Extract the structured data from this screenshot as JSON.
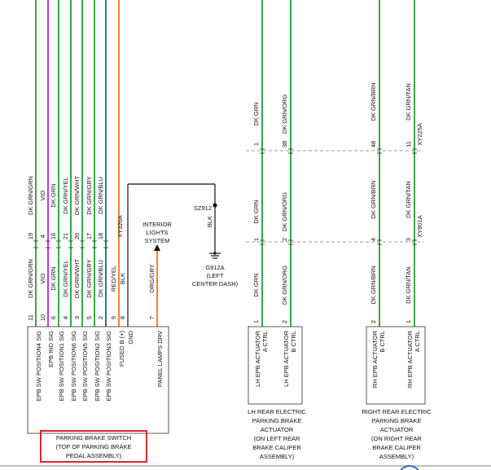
{
  "colors": {
    "green": "#3aa845",
    "magenta": "#c23cc8",
    "orange": "#e8873a",
    "teal": "#2a7d7a",
    "black": "#111111",
    "gray": "#555555",
    "dashed": "#9a9a9a",
    "highlight": "#d9272e"
  },
  "switch_wires": [
    {
      "top_pin": "19",
      "top_color": "DK GRN/GRN",
      "bot_color": "DK GRN/GRN",
      "bot_pin": "11",
      "circuit": "EPB SW POSITION4 SIG",
      "wire": "green"
    },
    {
      "top_pin": "4",
      "top_color": "VIO",
      "bot_color": "VIO",
      "bot_pin": "10",
      "circuit": "EPB IND SIG",
      "wire": "magenta"
    },
    {
      "top_pin": "16",
      "top_color": "DK GRN",
      "bot_color": "DK GRN",
      "bot_pin": "6",
      "circuit": "EPB SW POSITION1 SIG",
      "wire": "green"
    },
    {
      "top_pin": "21",
      "top_color": "DK GRN/YEL",
      "bot_color": "DK GRN/YEL",
      "bot_pin": "4",
      "circuit": "EPB SW POSITION6 SIG",
      "wire": "green"
    },
    {
      "top_pin": "20",
      "top_color": "DK GRN/WHT",
      "bot_color": "DK GRN/WHT",
      "bot_pin": "3",
      "circuit": "EPB SW POSITION5 SIG",
      "wire": "green"
    },
    {
      "top_pin": "17",
      "top_color": "DK GRN/GRY",
      "bot_color": "DK GRN/GRY",
      "bot_pin": "5",
      "circuit": "EPB SW POSITION2 SIG",
      "wire": "green"
    },
    {
      "top_pin": "18",
      "top_color": "DK GRN/BLU",
      "bot_color": "DK GRN/BLU",
      "bot_pin": "2",
      "circuit": "EPB SW POSITION3 SIG",
      "wire": "teal"
    },
    {
      "top_pin": "",
      "top_color": "",
      "bot_color": "RED/YEL",
      "bot_pin": "9",
      "circuit": "FUSED B (+)",
      "wire": "orange"
    },
    {
      "top_pin": "",
      "top_color": "",
      "bot_color": "BLK",
      "bot_pin": "8",
      "circuit": "GND",
      "wire": "black"
    },
    {
      "top_pin": "",
      "top_color": "",
      "bot_color": "ORG/GRY",
      "bot_pin": "7",
      "circuit": "PANEL LAMPS DRV",
      "wire": "orange"
    }
  ],
  "connector_xy320a": "XY320A",
  "interior_lights": [
    "INTERIOR",
    "LIGHTS",
    "SYSTEM"
  ],
  "splice": {
    "id": "SZ912",
    "color": "BLK"
  },
  "ground": {
    "id": "G912A",
    "lines": [
      "(LEFT",
      "CENTER DASH)"
    ]
  },
  "switch_name_lines": [
    "PARKING BRAKE SWITCH",
    "(TOP OF PARKING BRAKE",
    "PEDAL ASSEMBLY)"
  ],
  "lh_wires": [
    {
      "top_color": "DK GRN",
      "top_pin": "1",
      "mid_color": "DK GRN",
      "mid_pin": "1",
      "bot_color": "DK GRN",
      "bot_pin": "1",
      "circuit": "LH EPB ACTUATOR A CTRL"
    },
    {
      "top_color": "DK GRN/ORG",
      "top_pin": "38",
      "mid_color": "DK GRN/ORG",
      "mid_pin": "2",
      "bot_color": "DK GRN/ORG",
      "bot_pin": "2",
      "circuit": "LH EPB ACTUATOR B CTRL"
    }
  ],
  "rh_wires": [
    {
      "top_color": "DK GRN/BRN",
      "top_pin": "48",
      "mid_color": "DK GRN/BRN",
      "mid_pin": "4",
      "bot_color": "DK GRN/BRN",
      "bot_pin": "2",
      "circuit": "RH EPB ACTUATOR B CTRL"
    },
    {
      "top_color": "DK GRN/TAN",
      "top_pin": "11",
      "mid_color": "DK GRN/TAN",
      "mid_pin": "3",
      "bot_color": "DK GRN/TAN",
      "bot_pin": "1",
      "circuit": "RH EPB ACTUATOR A CTRL"
    }
  ],
  "connector_xy225a": "XY225A",
  "connector_xy801a": "XY801A",
  "lh_actuator_lines": [
    "LH REAR ELECTRIC",
    "PARKING BRAKE",
    "ACTUATOR",
    "(ON LEFT REAR",
    "BRAKE CALIPER",
    "ASSEMBLY)"
  ],
  "rh_actuator_lines": [
    "RIGHT REAR ELECTRIC",
    "PARKING BRAKE",
    "ACTUATOR",
    "(ON RIGHT REAR",
    "BRAKE CALIPER",
    "ASSEMBLY)"
  ]
}
